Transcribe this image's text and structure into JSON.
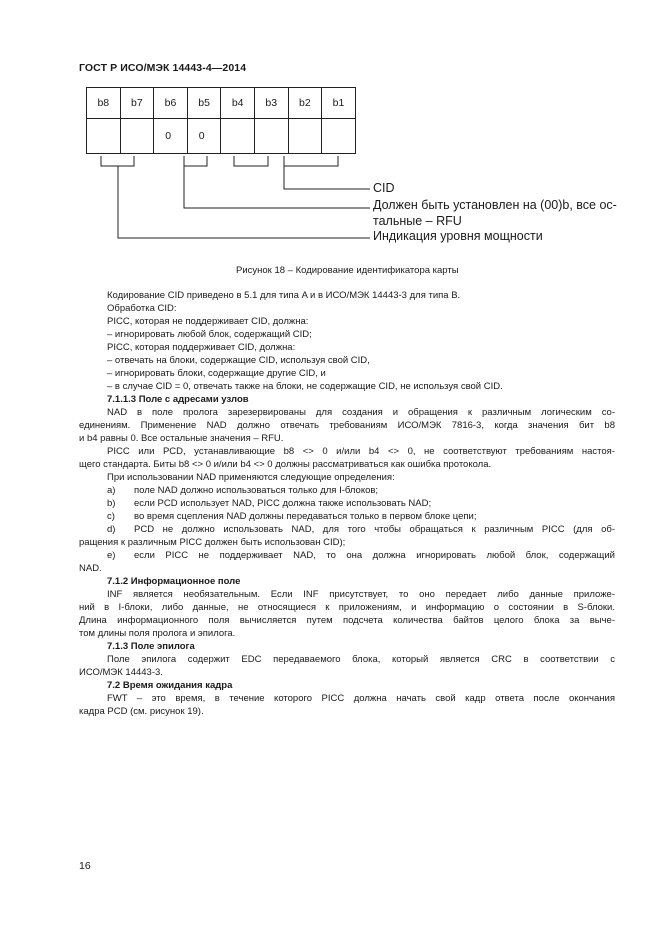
{
  "header": {
    "doc_id": "ГОСТ Р ИСО/МЭК 14443-4—2014"
  },
  "figure": {
    "bits": [
      "b8",
      "b7",
      "b6",
      "b5",
      "b4",
      "b3",
      "b2",
      "b1"
    ],
    "values": [
      "",
      "",
      "0",
      "0",
      "",
      "",
      "",
      ""
    ],
    "labels": {
      "cid": "CID",
      "rfu_1": "Должен быть установлен на (00)b, все ос-",
      "rfu_2": "тальные – RFU",
      "power": "Индикация уровня мощности"
    },
    "caption": "Рисунок 18 – Кодирование идентификатора карты"
  },
  "body": {
    "l01": "Кодирование CID приведено в 5.1 для типа A и в ИСО/МЭК 14443-3 для типа B.",
    "l02": "Обработка CID:",
    "l03": "PICC, которая не поддерживает CID, должна:",
    "l04": "–  игнорировать любой блок, содержащий CID;",
    "l05": "PICC, которая поддерживает CID, должна:",
    "l06": "–  отвечать на блоки, содержащие CID, используя свой CID,",
    "l07": "–  игнорировать блоки, содержащие другие CID, и",
    "l08": "–  в случае CID = 0, отвечать также на блоки, не содержащие CID, не используя свой CID.",
    "h1": "7.1.1.3 Поле с адресами узлов",
    "l09": "NAD в поле пролога зарезервированы для создания и обращения к различным логическим со-",
    "l10": "единениям. Применение NAD должно отвечать требованиям ИСО/МЭК 7816-3, когда значения бит b8",
    "l11": "и b4 равны 0. Все остальные значения – RFU.",
    "l12": "PICC или PCD, устанавливающие b8 <> 0 и/или b4 <> 0, не соответствуют требованиям настоя-",
    "l13": "щего стандарта.  Биты b8 <> 0 и/или b4 <> 0 должны рассматриваться как ошибка протокола.",
    "l14": "При использовании NAD применяются следующие определения:",
    "items": [
      {
        "m": "a)",
        "t": "поле NAD должно использоваться только для I-блоков;"
      },
      {
        "m": "b)",
        "t": "если PCD использует NAD, PICC должна также использовать NAD;"
      },
      {
        "m": "c)",
        "t": "во время сцепления NAD должны передаваться только в первом блоке цепи;"
      },
      {
        "m": "d)",
        "t": "PCD не должно использовать NAD, для того чтобы обращаться к различным PICC (для об-"
      }
    ],
    "l15": "ращения к различным PICC должен быть использован CID);",
    "l16a": "e)",
    "l16b": "если PICC не поддерживает NAD, то она должна игнорировать любой блок, содержащий",
    "l17": "NAD.",
    "h2": "7.1.2 Информационное поле",
    "l18": "INF является необязательным. Если INF присутствует, то оно передает либо данные приложе-",
    "l19": "ний в I-блоки, либо данные, не относящиеся к приложениям, и информацию о состоянии в S-блоки.",
    "l20": "Длина информационного поля вычисляется путем подсчета количества байтов целого блока за выче-",
    "l21": "том длины поля пролога и эпилога.",
    "h3": "7.1.3 Поле эпилога",
    "l22": "Поле эпилога содержит EDC передаваемого блока, который является CRC в соответствии с",
    "l23": "ИСО/МЭК 14443-3.",
    "h4": "7.2 Время ожидания кадра",
    "l24": "FWT – это время, в течение которого PICC должна начать свой кадр ответа после окончания",
    "l25": "кадра PCD (см. рисунок 19)."
  },
  "page_number": "16"
}
